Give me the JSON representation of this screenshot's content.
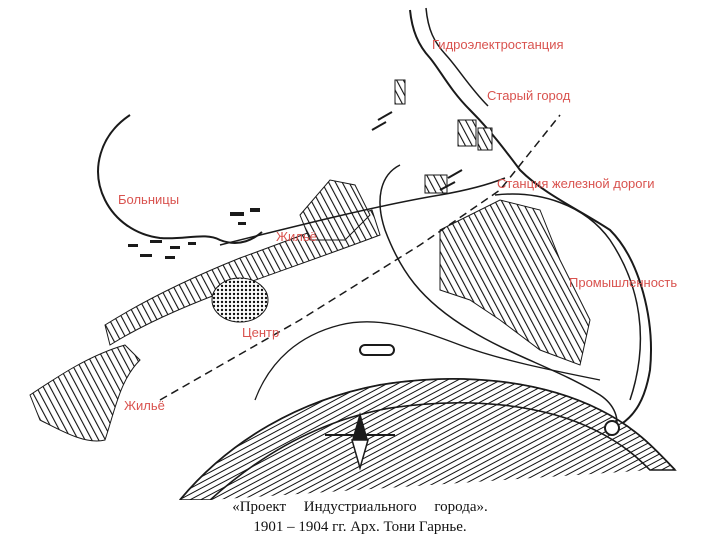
{
  "labels": {
    "hydro": "Гидроэлектростанция",
    "old_town": "Старый город",
    "station": "Станция железной дороги",
    "hospitals": "Больницы",
    "housing_north": "Жильё",
    "industry": "Промышленность",
    "center": "Центр",
    "housing_south": "Жильё"
  },
  "caption": {
    "line1": "«Проект Индустриального города».",
    "line2": "1901 – 1904 гг. Арх. Тони Гарнье."
  },
  "colors": {
    "label": "#d9534f",
    "ink": "#1a1a1a",
    "background": "#ffffff"
  },
  "icons": {
    "north_arrow": "compass-arrow-icon",
    "dam": "dam-icon"
  }
}
